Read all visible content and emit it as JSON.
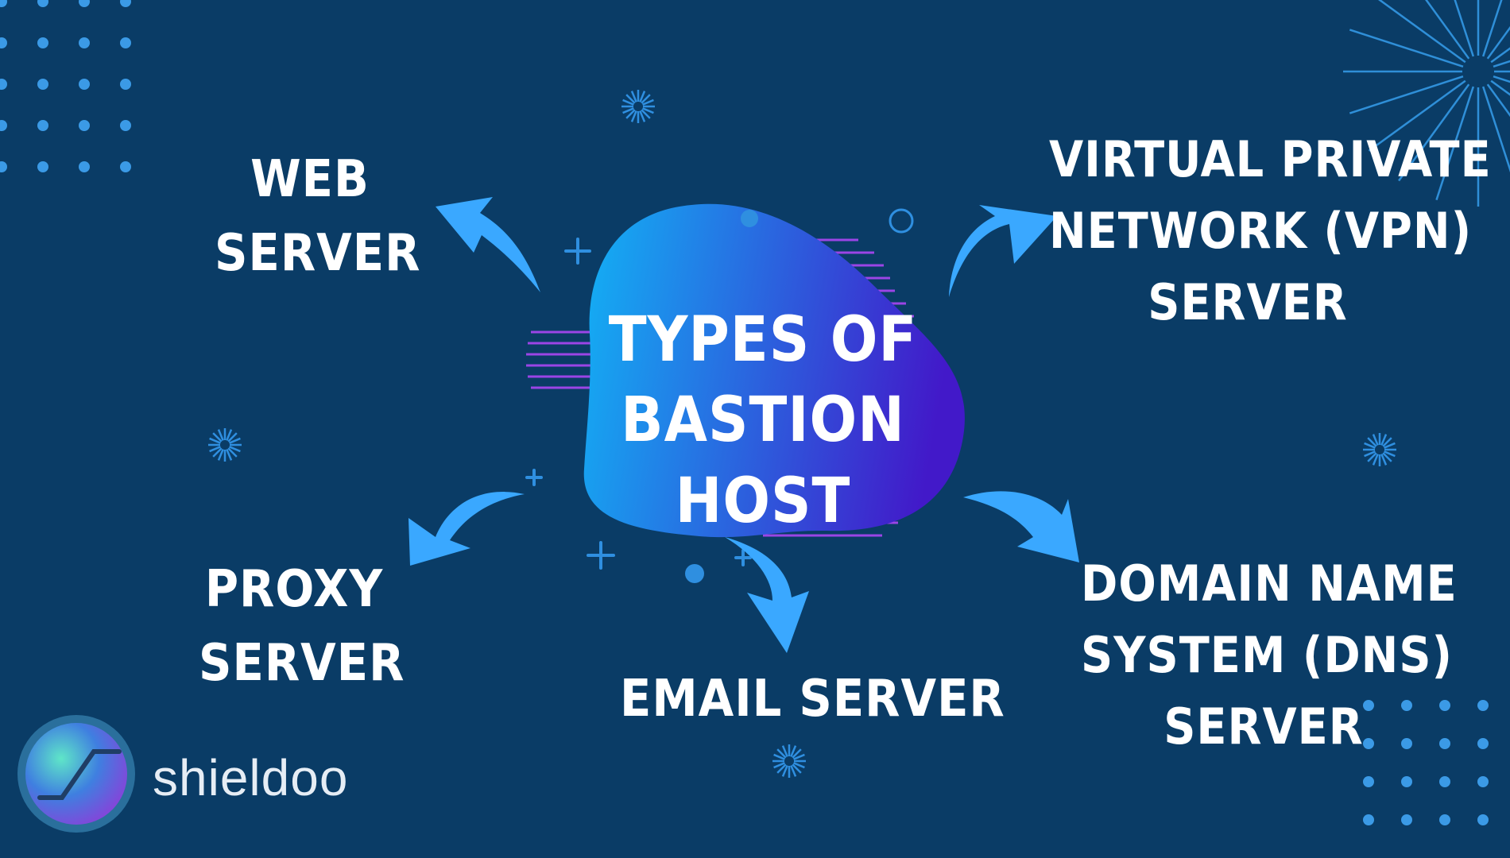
{
  "center": {
    "lines": [
      "TYPES OF",
      "BASTION HOST"
    ]
  },
  "nodes": {
    "web": [
      "WEB",
      "SERVER"
    ],
    "vpn": [
      "VIRTUAL PRIVATE",
      "NETWORK (VPN)",
      "SERVER"
    ],
    "proxy": [
      "PROXY",
      "SERVER"
    ],
    "email": [
      "EMAIL SERVER"
    ],
    "dns": [
      "DOMAIN NAME",
      "SYSTEM (DNS)",
      "SERVER"
    ]
  },
  "brand": {
    "name": "shieldoo"
  },
  "colors": {
    "background": "#0a3c66",
    "arrow": "#3aa8ff",
    "blob_start": "#12b2f5",
    "blob_end": "#4219c9",
    "stripes": "#9b45e6",
    "dots": "#3b9ae6",
    "text": "#ffffff"
  },
  "icons": [
    "arrow-icon",
    "burst-icon",
    "plus-icon",
    "dot-grid",
    "shieldoo-logo-icon"
  ]
}
